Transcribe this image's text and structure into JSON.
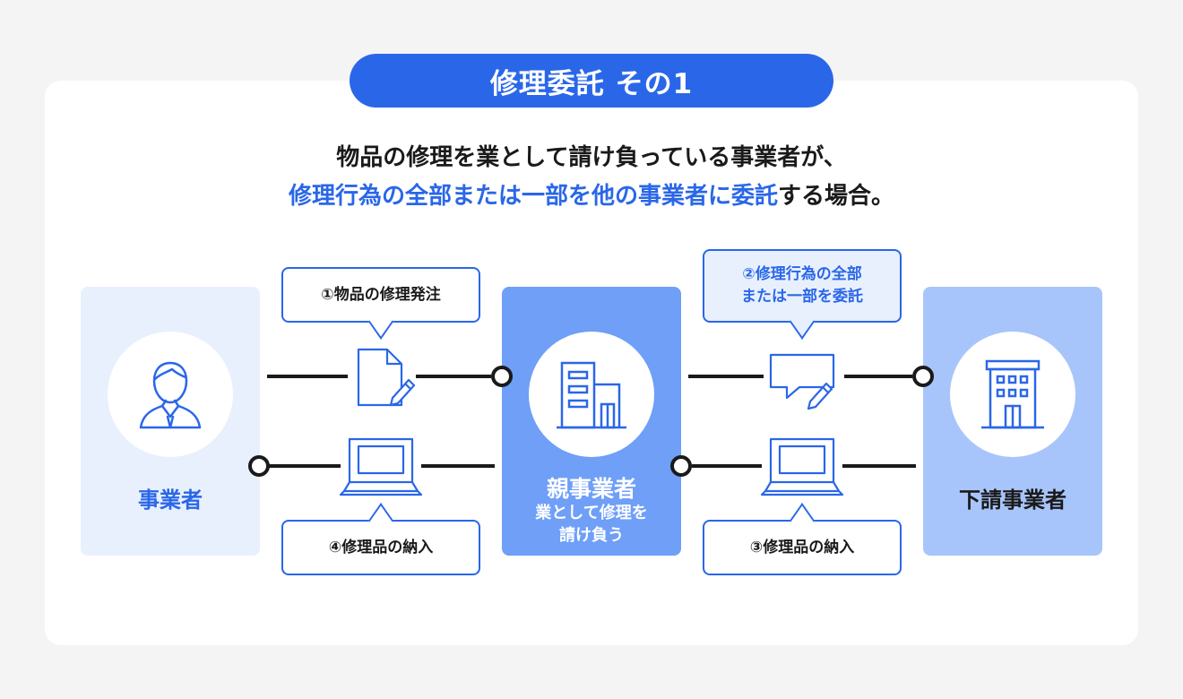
{
  "title": "修理委託 その1",
  "headline": {
    "line1": "物品の修理を業として請け負っている事業者が、",
    "line2_highlight": "修理行為の全部または一部を他の事業者に委託",
    "line2_rest": "する場合。"
  },
  "parties": {
    "client": "事業者",
    "parent": "親事業者",
    "parent_sub1": "業として修理を",
    "parent_sub2": "請け負う",
    "subcontractor": "下請事業者"
  },
  "steps": {
    "s1": "①物品の修理発注",
    "s2_line1": "②修理行為の全部",
    "s2_line2": "または一部を委託",
    "s3": "③修理品の納入",
    "s4": "④修理品の納入"
  },
  "icons": {
    "client": "person-icon",
    "parent": "office-building-icon",
    "subcontractor": "building-icon",
    "order": "document-pen-icon",
    "delegate": "chat-pen-icon",
    "delivery": "laptop-icon"
  },
  "colors": {
    "accent": "#2a67e8",
    "panel_client": "#e8f0fd",
    "panel_parent": "#6f9ff7",
    "panel_sub": "#a8c5fb"
  }
}
